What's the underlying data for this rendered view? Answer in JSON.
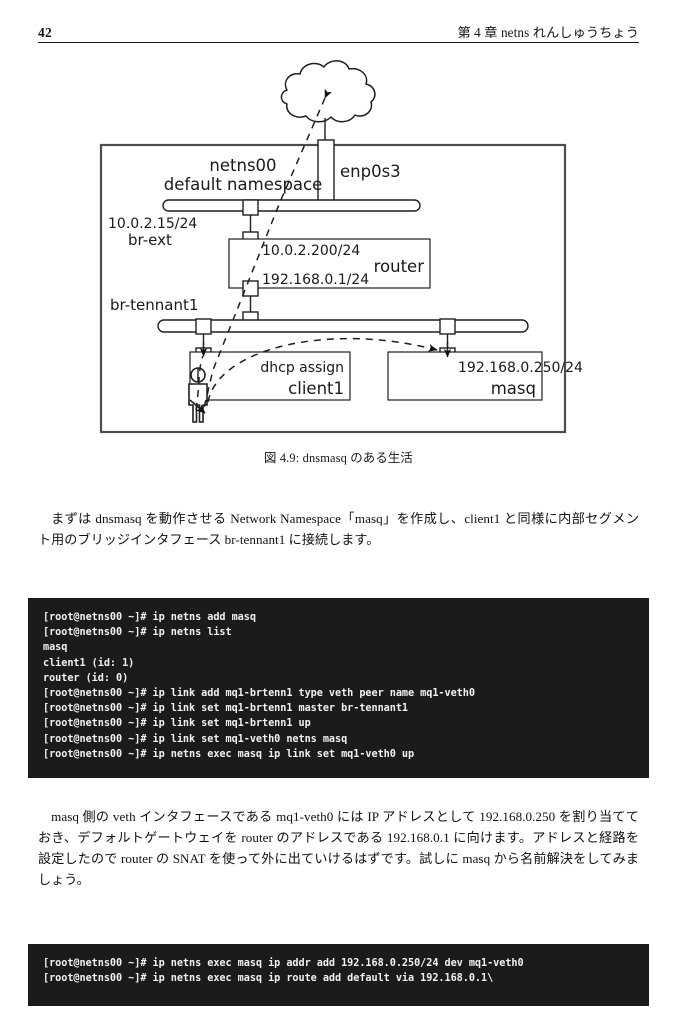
{
  "header": {
    "folio": "42",
    "chapter": "第 4 章 netns れんしゅうちょう"
  },
  "figure": {
    "caption": "図 4.9: dnsmasq のある生活",
    "outer_label_line1": "netns00",
    "outer_label_line2": "default namespace",
    "nic_label": "enp0s3",
    "br_ext_ip": "10.0.2.15/24",
    "br_ext_name": "br-ext",
    "router_ip_top": "10.0.2.200/24",
    "router_name": "router",
    "router_ip_bottom": "192.168.0.1/24",
    "br_tennant1_name": "br-tennant1",
    "client_note": "dhcp assign",
    "client_name": "client1",
    "masq_ip": "192.168.0.250/24",
    "masq_name": "masq",
    "colors": {
      "outer_border": "#4d4d4d",
      "stroke": "#1a1a1a",
      "background": "#ffffff"
    }
  },
  "paragraphs": {
    "p1": "まずは dnsmasq を動作させる Network Namespace「masq」を作成し、client1 と同様に内部セグメント用のブリッジインタフェース br-tennant1 に接続します。",
    "p2": "masq 側の veth インタフェースである mq1-veth0 には IP アドレスとして 192.168.0.250 を割り当てておき、デフォルトゲートウェイを router のアドレスである 192.168.0.1 に向けます。アドレスと経路を設定したので router の SNAT を使って外に出ていけるはずです。試しに masq から名前解決をしてみましょう。"
  },
  "terminal_1": {
    "lines": [
      "[root@netns00 ~]# ip netns add masq",
      "[root@netns00 ~]# ip netns list",
      "masq",
      "client1 (id: 1)",
      "router (id: 0)",
      "[root@netns00 ~]# ip link add mq1-brtenn1 type veth peer name mq1-veth0",
      "[root@netns00 ~]# ip link set mq1-brtenn1 master br-tennant1",
      "[root@netns00 ~]# ip link set mq1-brtenn1 up",
      "[root@netns00 ~]# ip link set mq1-veth0 netns masq",
      "[root@netns00 ~]# ip netns exec masq ip link set mq1-veth0 up"
    ]
  },
  "terminal_2": {
    "lines": [
      "[root@netns00 ~]# ip netns exec masq ip addr add 192.168.0.250/24 dev mq1-veth0",
      "[root@netns00 ~]# ip netns exec masq ip route add default via 192.168.0.1\\"
    ]
  }
}
